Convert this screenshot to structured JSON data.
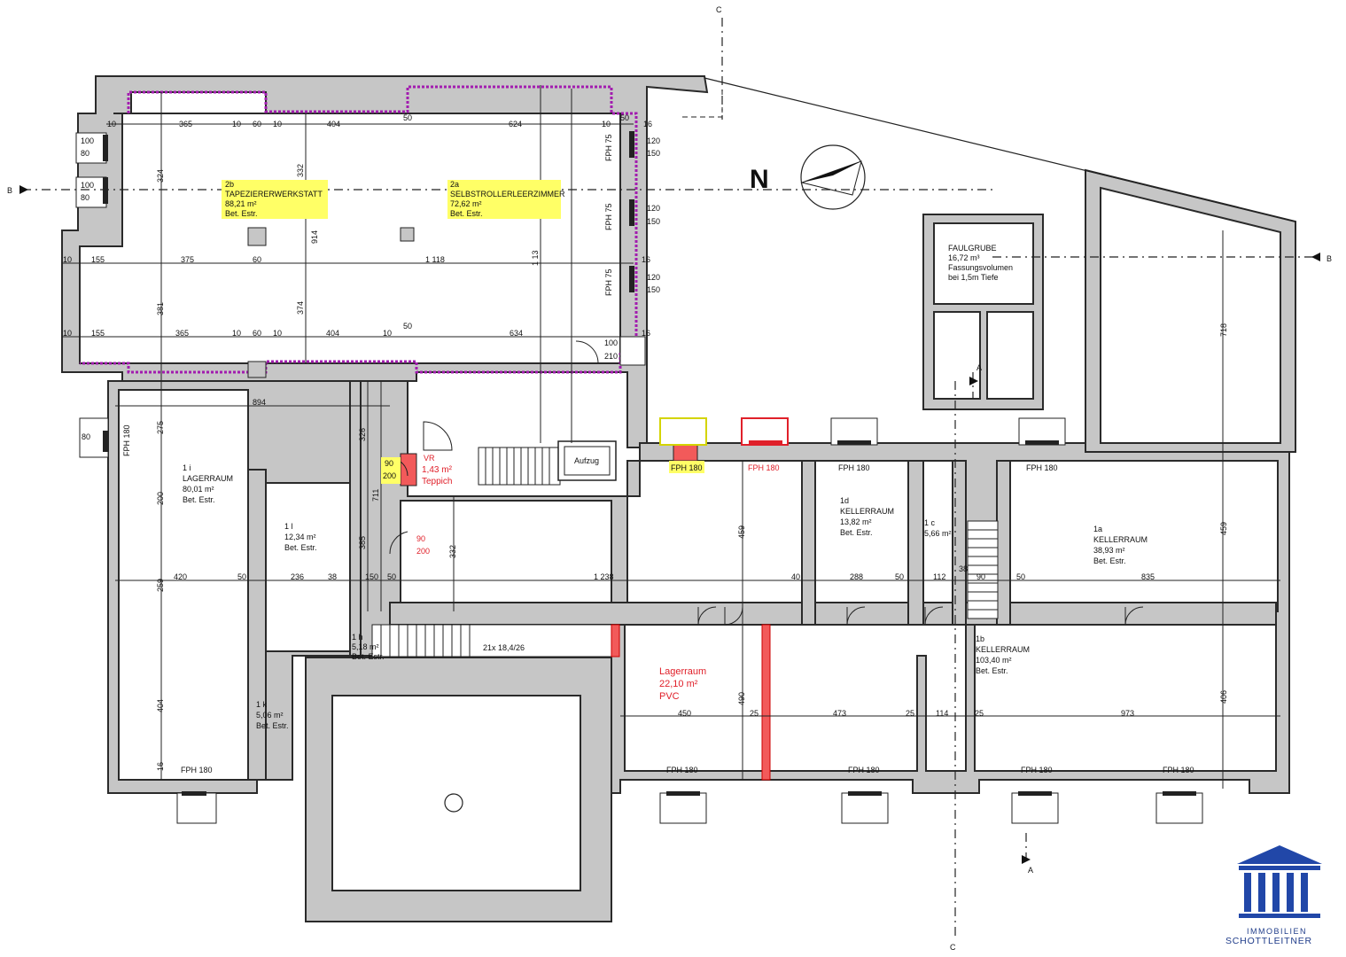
{
  "section_markers": {
    "c": "C",
    "b": "B",
    "a": "A"
  },
  "north_label": "N",
  "rooms": {
    "r2b": {
      "id": "2b",
      "name": "TAPEZIERERWERKSTATT",
      "area": "88,21 m²",
      "floor": "Bet. Estr."
    },
    "r2a": {
      "id": "2a",
      "name": "SELBSTROLLERLEERZIMMER",
      "area": "72,62 m²",
      "floor": "Bet. Estr."
    },
    "r1i": {
      "id": "1 i",
      "name": "LAGERRAUM",
      "area": "80,01 m²",
      "floor": "Bet. Estr."
    },
    "r1l": {
      "id": "1 l",
      "area": "12,34 m²",
      "floor": "Bet. Estr."
    },
    "rvr": {
      "id": "VR",
      "area": "1,43 m²",
      "floor": "Teppich"
    },
    "r1d": {
      "id": "1d",
      "name": "KELLERRAUM",
      "area": "13,82 m²",
      "floor": "Bet. Estr."
    },
    "r1c": {
      "id": "1 c",
      "area": "5,66 m²"
    },
    "r1a": {
      "id": "1a",
      "name": "KELLERRAUM",
      "area": "38,93 m²",
      "floor": "Bet. Estr."
    },
    "r1b": {
      "id": "1b",
      "name": "KELLERRAUM",
      "area": "103,40 m²",
      "floor": "Bet. Estr."
    },
    "r1h": {
      "id": "1 h",
      "area": "5,18 m²",
      "floor": "Bet. Estr."
    },
    "r1k": {
      "id": "1 k",
      "area": "5,06 m²",
      "floor": "Bet. Estr."
    },
    "lager": {
      "name": "Lagerraum",
      "area": "22,10 m²",
      "floor": "PVC"
    },
    "faulgrube": {
      "name": "FAULGRUBE",
      "area": "16,72 m³",
      "desc1": "Fassungsvolumen",
      "desc2": "bei 1,5m Tiefe"
    },
    "aufzug": {
      "name": "Aufzug"
    }
  },
  "stairs_label": "21x 18,4/26",
  "window_label": "FPH 180",
  "window_label_75": "FPH 75",
  "dims": {
    "top": [
      "10",
      "365",
      "10",
      "60",
      "10",
      "404",
      "50",
      "624",
      "10",
      "50",
      "16"
    ],
    "row2": [
      "10",
      "155",
      "375",
      "60",
      "1 118",
      "16"
    ],
    "row3": [
      "10",
      "155",
      "365",
      "10",
      "60",
      "10",
      "404",
      "10",
      "50",
      "634",
      "16"
    ],
    "left_v": [
      "324",
      "381",
      "275",
      "200",
      "259",
      "404",
      "16"
    ],
    "mid_h": [
      "894",
      "420",
      "50",
      "236",
      "38",
      "150",
      "50",
      "1 238",
      "40",
      "288",
      "50",
      "112",
      "38",
      "90",
      "50",
      "835"
    ],
    "bottom": [
      "450",
      "25",
      "473",
      "25",
      "114",
      "25",
      "973"
    ],
    "misc": [
      "120",
      "150",
      "100",
      "80",
      "90",
      "200",
      "210",
      "914",
      "332",
      "374",
      "1 13",
      "326",
      "711",
      "385",
      "332",
      "459",
      "718",
      "406",
      "490",
      "459"
    ]
  },
  "logo": {
    "line1": "IMMOBILIEN",
    "line2": "SCHOTTLEITNER"
  },
  "colors": {
    "wall": "#c6c6c6",
    "highlight": "#ffff66",
    "accent_red": "#e0202a",
    "finish_line": "#a21caf",
    "logo_blue": "#1f3c8a"
  }
}
